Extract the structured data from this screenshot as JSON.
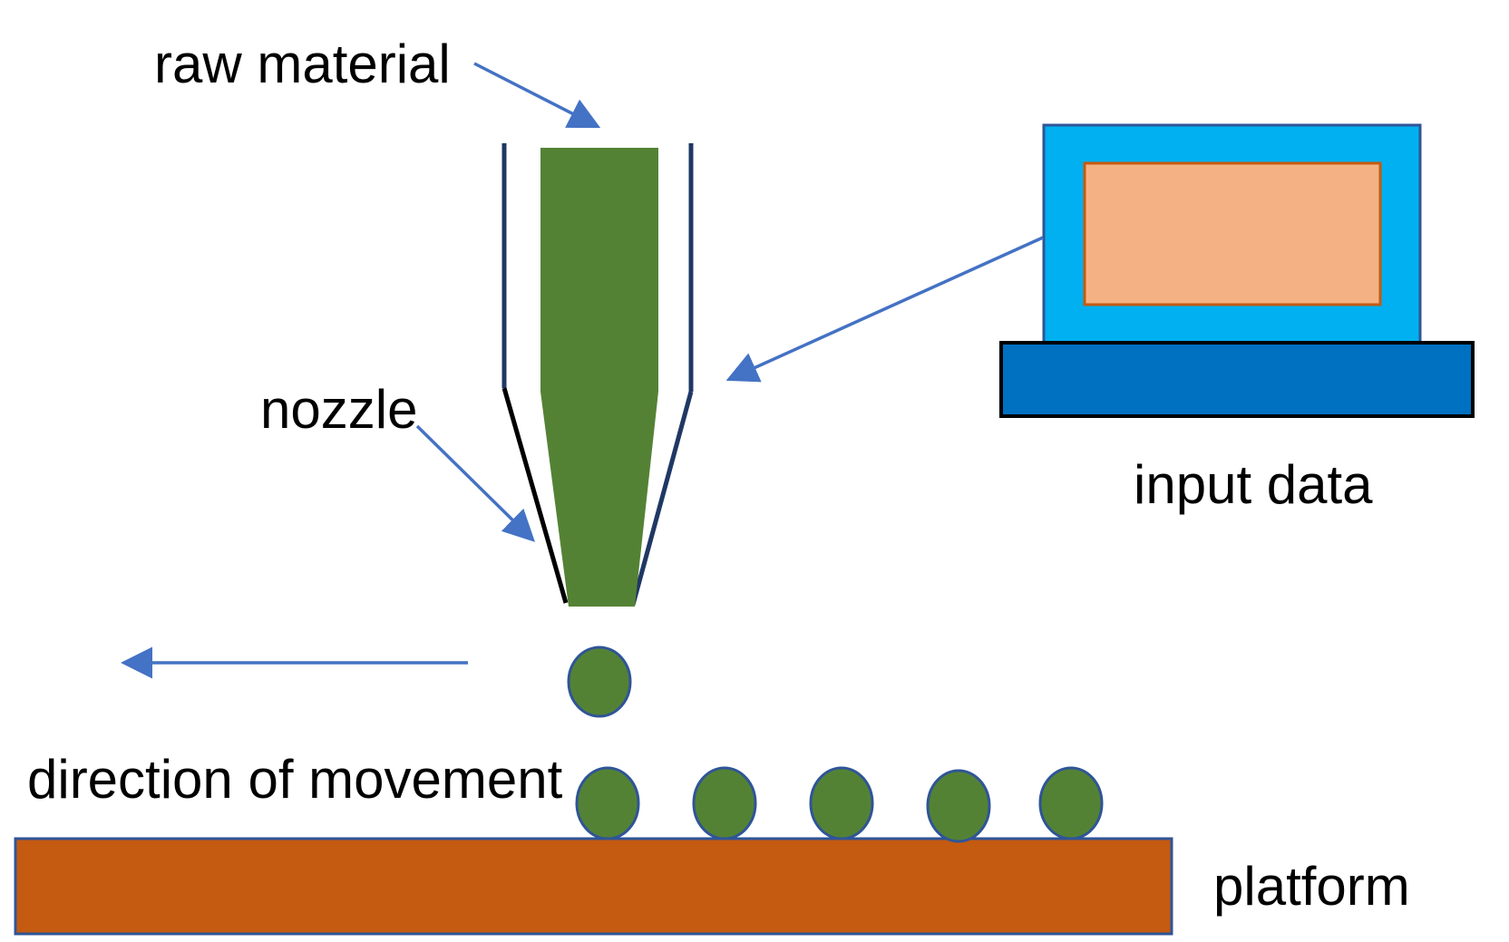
{
  "labels": {
    "raw_material": "raw material",
    "nozzle": "nozzle",
    "input_data": "input data",
    "direction_of_movement": "direction of movement",
    "platform": "platform"
  },
  "colors": {
    "material_green": "#548235",
    "droplet_border": "#2f5597",
    "nozzle_wall": "#1f3864",
    "nozzle_taper": "#000000",
    "arrow_blue": "#4472c4",
    "monitor_frame": "#00b0f0",
    "monitor_screen": "#f4b183",
    "monitor_base": "#0070c0",
    "platform_orange": "#c55a11"
  },
  "droplets": {
    "falling": 1,
    "deposited": 5
  }
}
